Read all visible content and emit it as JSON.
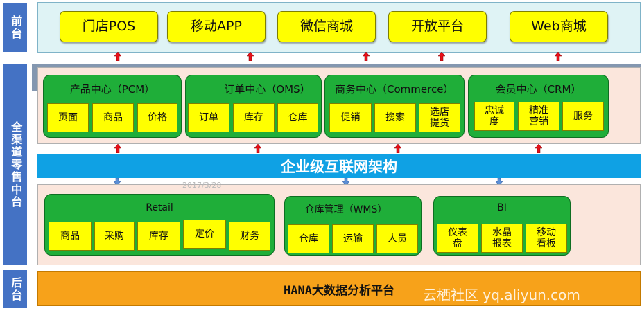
{
  "left_labels": {
    "front": "前台",
    "middle": "全渠道零售中台",
    "back": "后台"
  },
  "front_apps": [
    "门店POS",
    "移动APP",
    "微信商城",
    "开放平台",
    "Web商城"
  ],
  "centers": [
    {
      "title": "产品中心（PCM）",
      "items": [
        "页面",
        "商品",
        "价格"
      ]
    },
    {
      "title": "订单中心（OMS）",
      "items": [
        "订单",
        "库存",
        "仓库"
      ]
    },
    {
      "title": "商务中心（Commerce）",
      "items": [
        "促销",
        "搜索",
        "选店\n提货"
      ]
    },
    {
      "title": "会员中心（CRM）",
      "items": [
        "忠诚\n度",
        "精准\n营销",
        "服务"
      ]
    }
  ],
  "architecture_bar": "企业级互联网架构",
  "date_watermark": "2017/3/28",
  "backend_groups": [
    {
      "title": "Retail",
      "items": [
        "商品",
        "采购",
        "库存",
        "定价",
        "财务"
      ]
    },
    {
      "title": "仓库管理（WMS）",
      "items": [
        "仓库",
        "运输",
        "人员"
      ]
    },
    {
      "title": "BI",
      "items": [
        "仪表\n盘",
        "水晶\n报表",
        "移动\n看板"
      ]
    }
  ],
  "bigdata_bar": "HANA大数据分析平台",
  "watermark": "云栖社区 yq.aliyun.com",
  "colors": {
    "label_blue": "#4472c4",
    "bar_blue": "#0fa1e4",
    "green": "#1fae39",
    "yellow": "#ffff00",
    "orange": "#f7a21a",
    "arrow_red": "#e8101a"
  }
}
